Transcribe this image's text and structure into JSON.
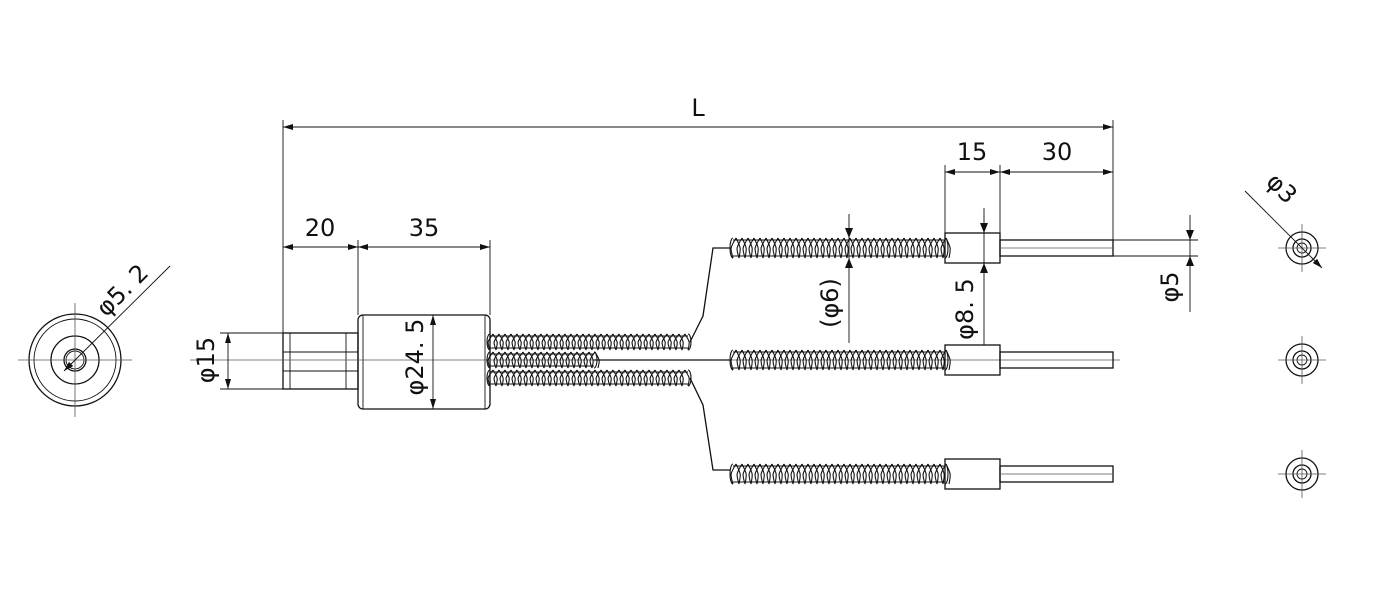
{
  "dimensions": {
    "overall": "L",
    "head_length": "20",
    "body_length": "35",
    "ferrule_length": "15",
    "tip_length": "30",
    "head_diameter": "φ15",
    "body_diameter": "φ24. 5",
    "sleeve_diameter": "(φ6)",
    "ferrule_diameter": "φ8. 5",
    "tip_diameter": "φ5",
    "end_bore": "φ5. 2",
    "fiber_diameter": "φ3"
  },
  "colors": {
    "line": "#111111"
  }
}
